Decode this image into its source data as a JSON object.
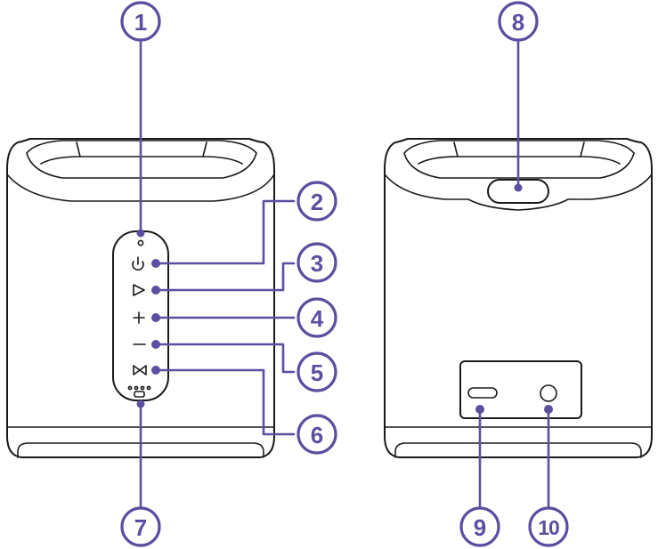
{
  "diagram": {
    "accent_color": "#5b4fa0",
    "outline_color": "#1a1a1a",
    "views": [
      "front",
      "back"
    ],
    "button_icons": [
      "power-icon",
      "play-icon",
      "plus-icon",
      "minus-icon",
      "bowtie-link-icon"
    ],
    "callouts": [
      {
        "id": "1",
        "label": "1"
      },
      {
        "id": "2",
        "label": "2"
      },
      {
        "id": "3",
        "label": "3"
      },
      {
        "id": "4",
        "label": "4"
      },
      {
        "id": "5",
        "label": "5"
      },
      {
        "id": "6",
        "label": "6"
      },
      {
        "id": "7",
        "label": "7"
      },
      {
        "id": "8",
        "label": "8"
      },
      {
        "id": "9",
        "label": "9"
      },
      {
        "id": "10",
        "label": "10"
      }
    ]
  }
}
